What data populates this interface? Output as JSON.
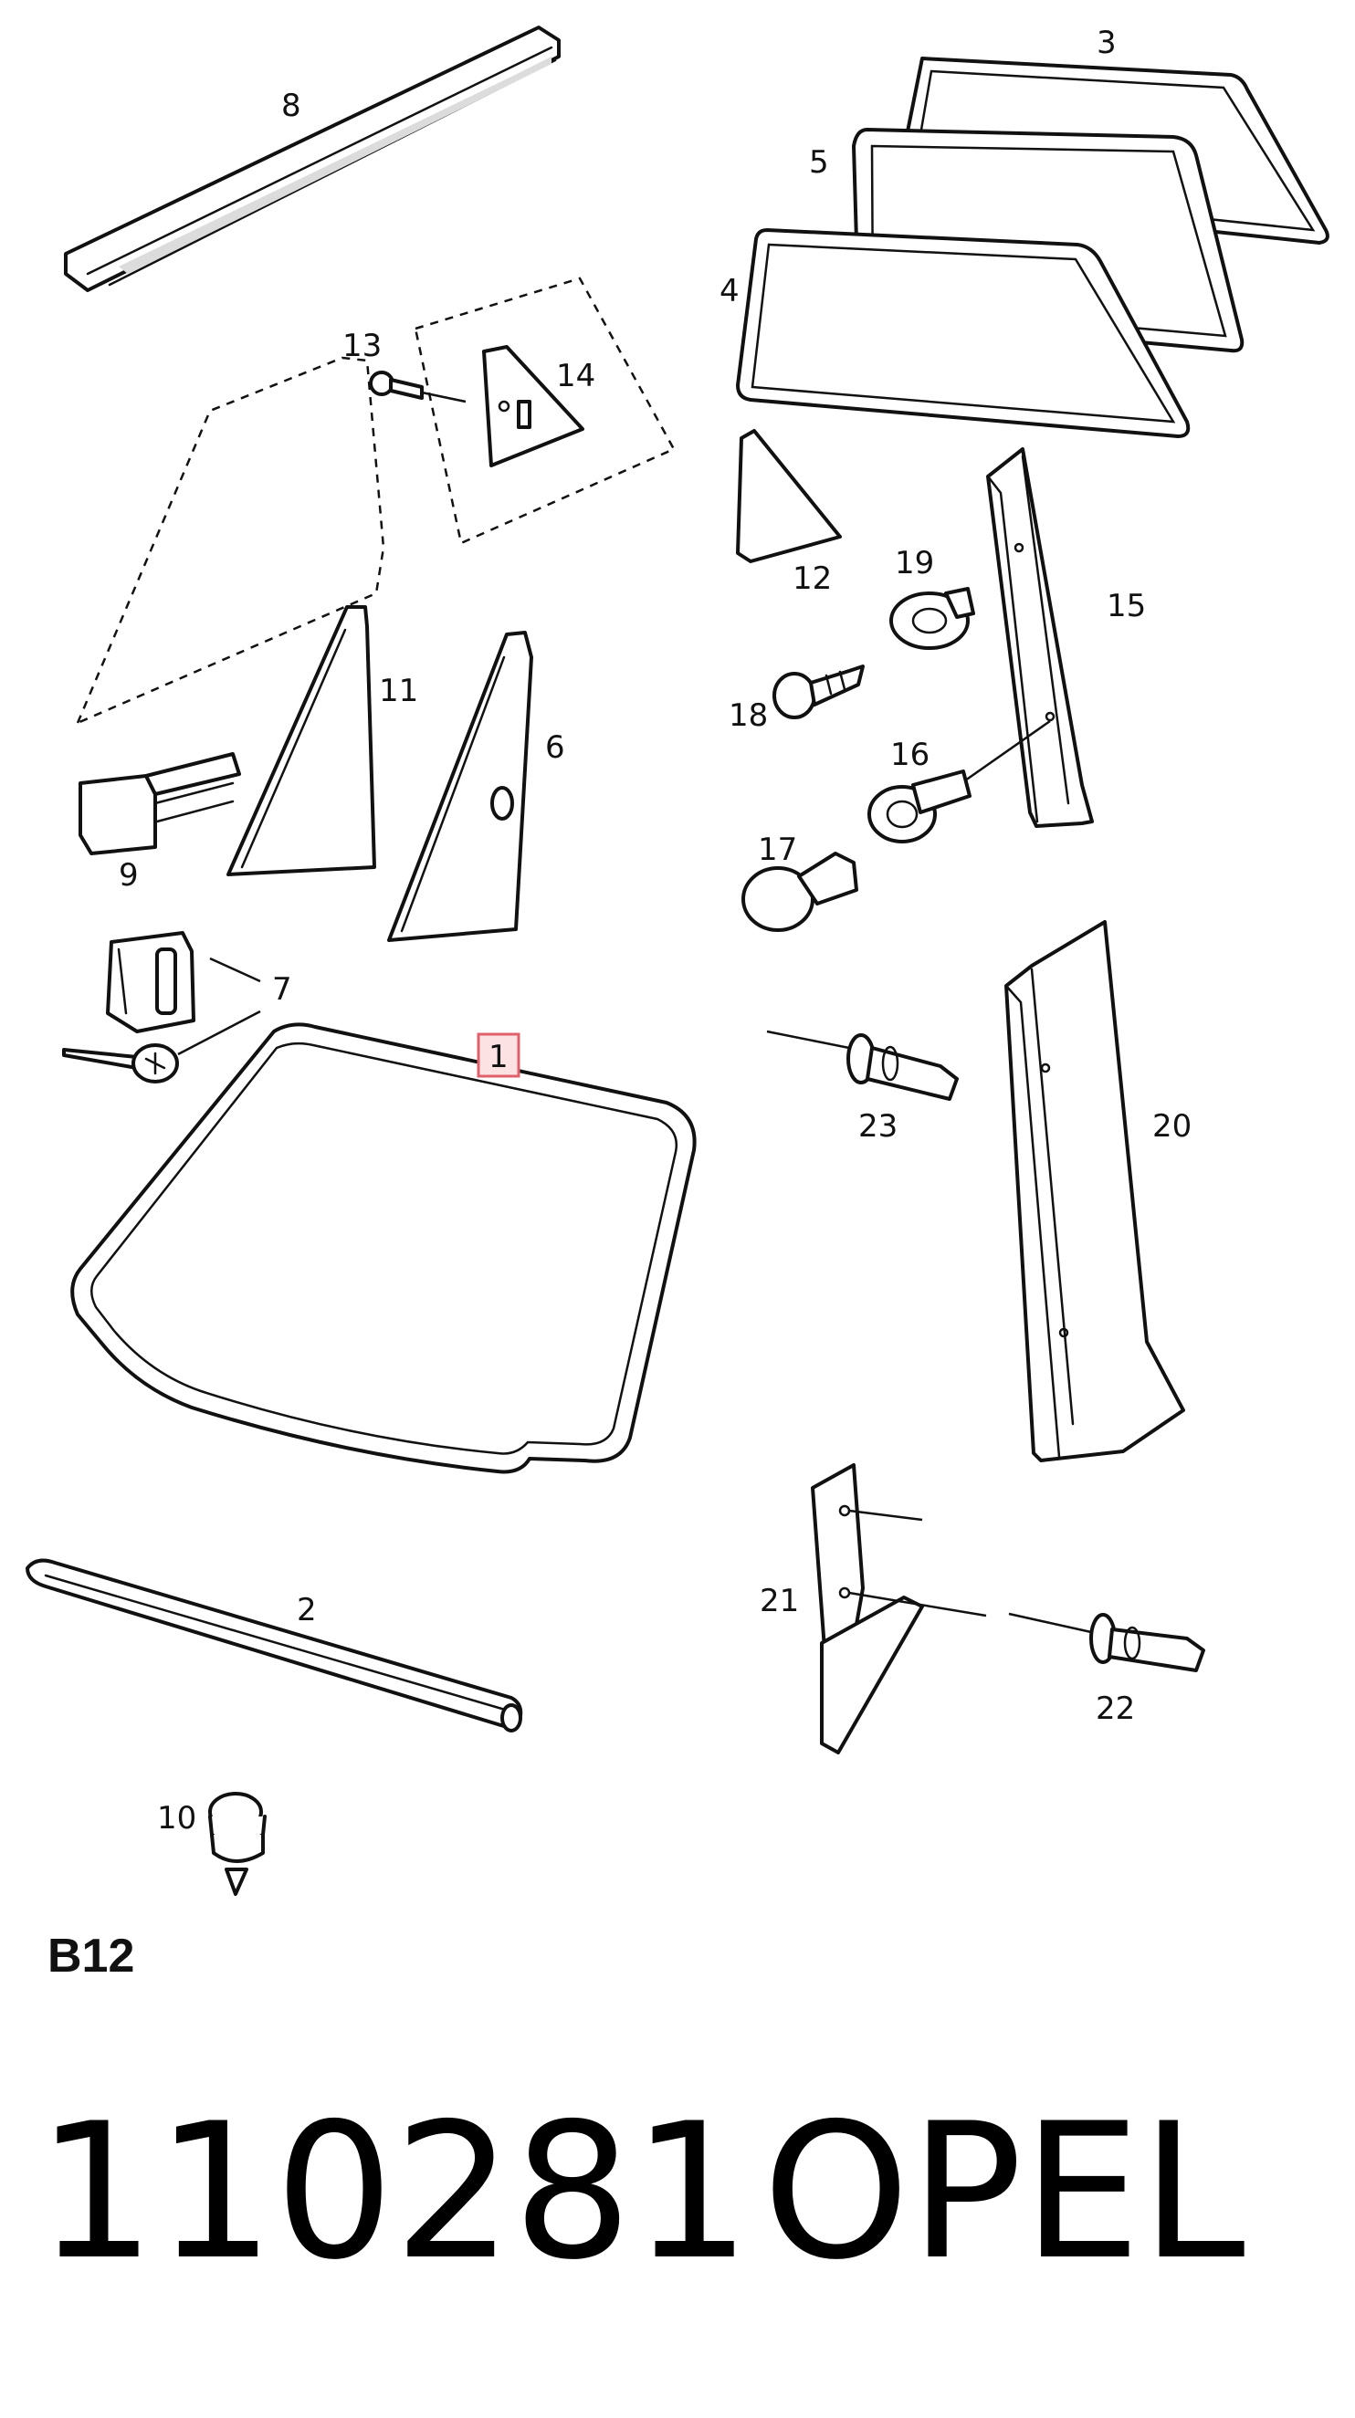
{
  "diagram": {
    "callouts": [
      "1",
      "2",
      "3",
      "4",
      "5",
      "6",
      "7",
      "8",
      "9",
      "10",
      "11",
      "12",
      "13",
      "14",
      "15",
      "16",
      "17",
      "18",
      "19",
      "20",
      "21",
      "22",
      "23"
    ],
    "highlighted_callout": "1",
    "highlight_color": "#fde2e4",
    "highlight_border": "#e0606c"
  },
  "section": "B12",
  "footer": {
    "reference": "110281",
    "brand": "OPEL"
  }
}
